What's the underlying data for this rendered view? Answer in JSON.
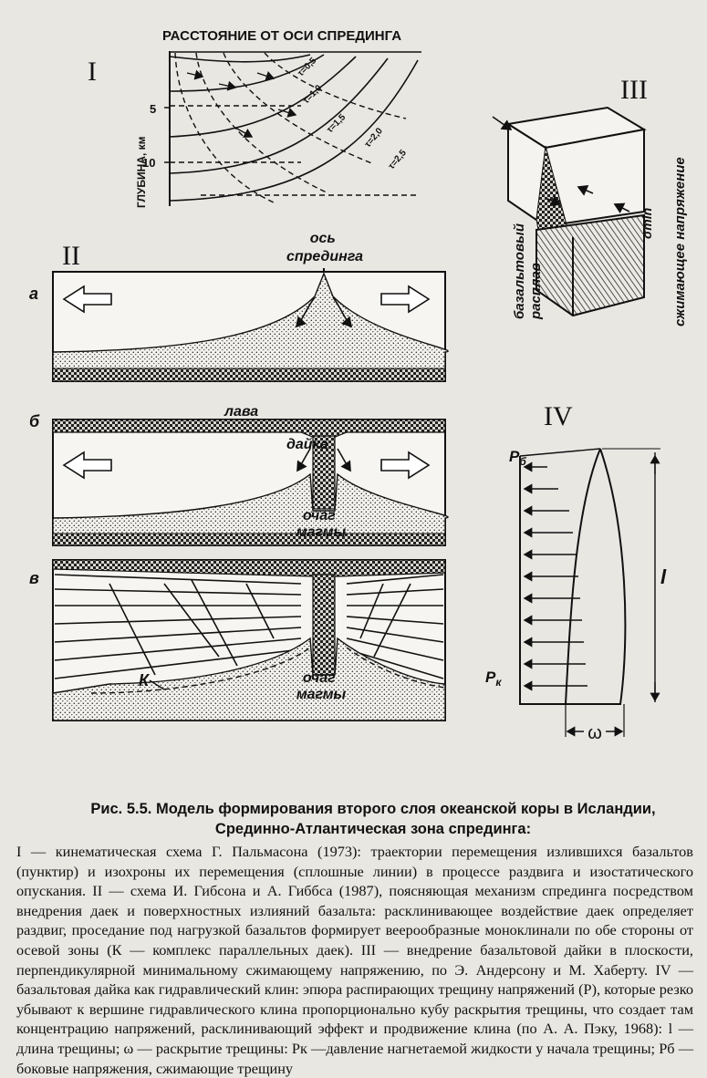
{
  "panel1": {
    "numeral": "I",
    "axis_title": "РАССТОЯНИЕ ОТ ОСИ СПРЕДИНГА",
    "depth_label": "ГЛУБИНА, км",
    "depth_ticks": [
      "5",
      "10"
    ],
    "isochrons": [
      "τ=0,5",
      "τ=1,0",
      "τ=1,5",
      "τ=2,0",
      "τ=2,5"
    ]
  },
  "panel2": {
    "numeral": "II",
    "axis_label": "ось\nспрединга",
    "sub_a": "а",
    "sub_b": "б",
    "sub_v": "в",
    "lava": "лава",
    "dike": "дайка",
    "chamber_b": "очаг\nмагмы",
    "chamber_v": "очаг\nмагмы",
    "complex": "К"
  },
  "panel3": {
    "numeral": "III",
    "basalt_melt": "базальтовый\nрасплав",
    "stress": "сжимающее напряжение",
    "sigma_min": "σmin"
  },
  "panel4": {
    "numeral": "IV",
    "p_b": "Pб",
    "p_k": "Pк",
    "length": "l",
    "opening": "ω"
  },
  "caption": {
    "label": "Рис. 5.5.",
    "title_rest": " Модель  формирования второго слоя океанской коры в Исландии,",
    "title_line2": "Срединно-Атлантическая зона спрединга:",
    "p1": "I — кинематическая схема Г. Пальмасона (1973): траектории перемещения излившихся базальтов (пунктир) и изохроны их перемещения (сплошные линии) в процессе раздвига и изостатического опускания. II — схема И. Гибсона и А. Гиббса (1987), поясняющая механизм спрединга посредством внедрения даек и поверхностных излияний базальта: расклинивающее воздействие даек определяет раздвиг, проседание под нагрузкой базальтов формирует веерообразные моноклинали по обе стороны от осевой зоны (К — комплекс параллельных даек). III — внедрение базальтовой дайки в плоскости, перпендикулярной минимальному сжимающему напряжению, по Э. Андерсону и М. Хаберту. IV — базальтовая дайка как гидравлический клин: эпюра распирающих трещину напряжений (P), которые резко убывают к вершине гидравлического клина пропорционально кубу раскрытия трещины, что создает там концентрацию напряжений, расклинивающий эффект и продвижение клина (по А. А. Пэку, 1968): l — длина трещины; ω — раскрытие трещины: Pк —давление нагнетаемой жидкости у начала трещины; Pб — боковые напряжения, сжимающие трещину"
  }
}
